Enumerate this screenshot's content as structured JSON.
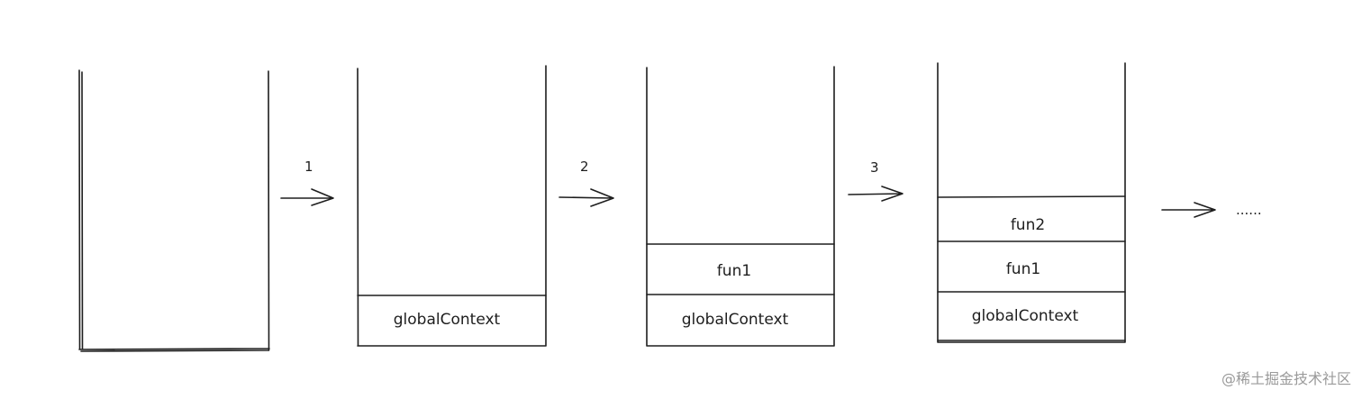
{
  "stacks": [
    {
      "frames": []
    },
    {
      "frames": [
        "globalContext"
      ]
    },
    {
      "frames": [
        "fun1",
        "globalContext"
      ]
    },
    {
      "frames": [
        "fun2",
        "fun1",
        "globalContext"
      ]
    }
  ],
  "steps": [
    "1",
    "2",
    "3"
  ],
  "continuation": "......",
  "watermark": "@稀土掘金技术社区"
}
